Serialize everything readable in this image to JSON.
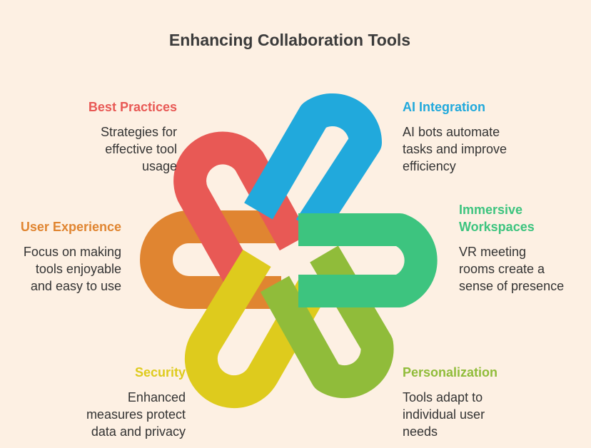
{
  "title": "Enhancing Collaboration Tools",
  "colors": {
    "background": "#fdf0e3",
    "red": "#e85955",
    "blue": "#21a9dc",
    "green": "#3dc47f",
    "lime": "#90bc3a",
    "yellow": "#decb1d",
    "orange": "#e08531"
  },
  "items": {
    "best_practices": {
      "heading": "Best Practices",
      "desc": [
        "Strategies for",
        "effective tool",
        "usage"
      ]
    },
    "ai_integration": {
      "heading": "AI Integration",
      "desc": [
        "AI bots automate",
        "tasks and improve",
        "efficiency"
      ]
    },
    "immersive_workspaces": {
      "heading": [
        "Immersive",
        "Workspaces"
      ],
      "desc": [
        "VR meeting",
        "rooms create a",
        "sense of presence"
      ]
    },
    "user_experience": {
      "heading": "User Experience",
      "desc": [
        "Focus on making",
        "tools enjoyable",
        "and easy to use"
      ]
    },
    "security": {
      "heading": "Security",
      "desc": [
        "Enhanced",
        "measures protect",
        "data and privacy"
      ]
    },
    "personalization": {
      "heading": "Personalization",
      "desc": [
        "Tools adapt to",
        "individual user",
        "needs"
      ]
    }
  }
}
